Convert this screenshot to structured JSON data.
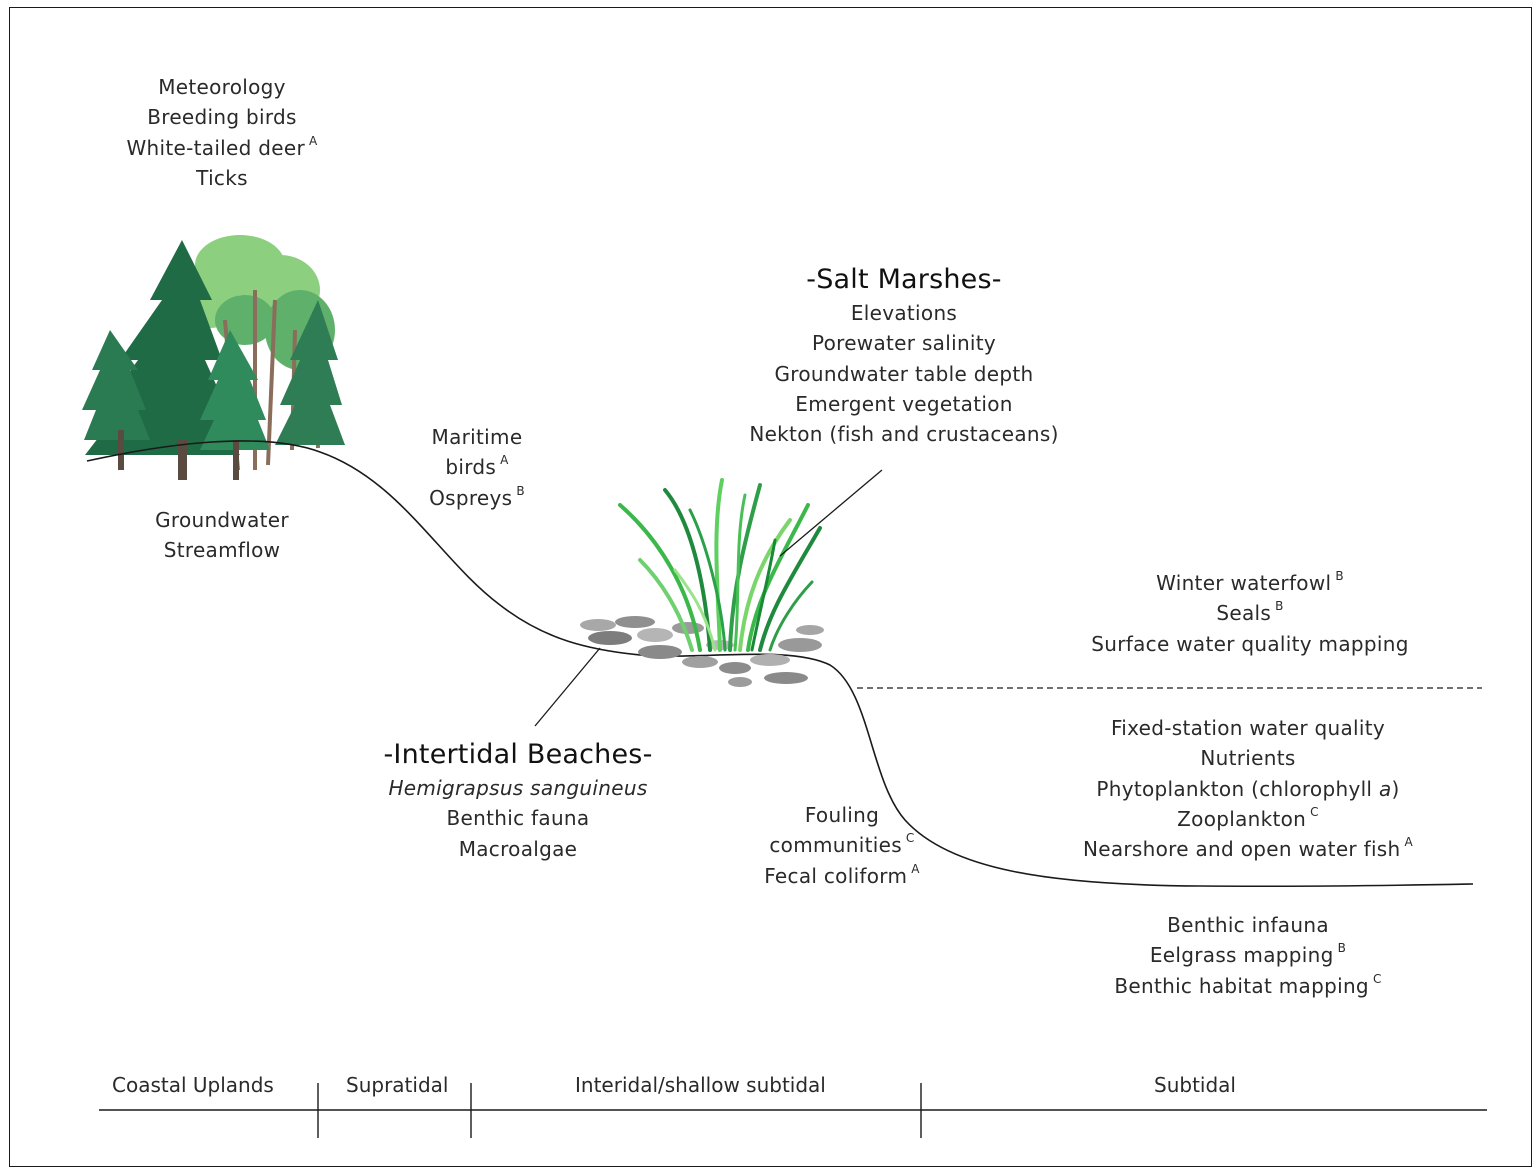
{
  "uplands_top": [
    {
      "text": "Meteorology",
      "sup": ""
    },
    {
      "text": "Breeding birds",
      "sup": ""
    },
    {
      "text": "White-tailed deer",
      "sup": "A"
    },
    {
      "text": "Ticks",
      "sup": ""
    }
  ],
  "uplands_bottom": [
    {
      "text": "Groundwater",
      "sup": ""
    },
    {
      "text": "Streamflow",
      "sup": ""
    }
  ],
  "supratidal": [
    {
      "text": "Maritime",
      "sup": ""
    },
    {
      "text": "birds",
      "sup": "A"
    },
    {
      "text": "Ospreys",
      "sup": "B"
    }
  ],
  "salt_marshes": {
    "title": "-Salt Marshes-",
    "items": [
      {
        "text": "Elevations",
        "sup": ""
      },
      {
        "text": "Porewater salinity",
        "sup": ""
      },
      {
        "text": "Groundwater table depth",
        "sup": ""
      },
      {
        "text": "Emergent vegetation",
        "sup": ""
      },
      {
        "text": "Nekton (fish and crustaceans)",
        "sup": ""
      }
    ]
  },
  "intertidal_beaches": {
    "title": "-Intertidal Beaches-",
    "species": "Hemigrapsus sanguineus",
    "items": [
      {
        "text": "Benthic fauna",
        "sup": ""
      },
      {
        "text": "Macroalgae",
        "sup": ""
      }
    ]
  },
  "fouling": [
    {
      "text": "Fouling",
      "sup": ""
    },
    {
      "text": "communities",
      "sup": "C"
    },
    {
      "text": "Fecal coliform",
      "sup": "A"
    }
  ],
  "surface": [
    {
      "text": "Winter waterfowl",
      "sup": "B"
    },
    {
      "text": "Seals",
      "sup": "B"
    },
    {
      "text": "Surface water quality mapping",
      "sup": ""
    }
  ],
  "water_column": [
    {
      "text": "Fixed-station water quality",
      "sup": ""
    },
    {
      "text": "Nutrients",
      "sup": ""
    },
    {
      "text": "Phytoplankton (chlorophyll a)",
      "sup": ""
    },
    {
      "text": "Zooplankton",
      "sup": "C"
    },
    {
      "text": "Nearshore and open water fish",
      "sup": "A"
    }
  ],
  "benthic": [
    {
      "text": "Benthic infauna",
      "sup": ""
    },
    {
      "text": "Eelgrass mapping",
      "sup": "B"
    },
    {
      "text": "Benthic habitat mapping",
      "sup": "C"
    }
  ],
  "zones": {
    "coastal_uplands": "Coastal Uplands",
    "supratidal": "Supratidal",
    "intertidal": "Interidal/shallow subtidal",
    "subtidal": "Subtidal"
  },
  "icons": [
    "tree-cluster-icon",
    "grass-tuft-icon",
    "pebbles-icon"
  ],
  "colors": {
    "line": "#1a1a1a",
    "dark_green": "#1e6b45",
    "mid_green": "#2f8f5a",
    "light_green": "#7cc47a",
    "grass": "#3cb84a",
    "stone": "#9a9a9a"
  }
}
